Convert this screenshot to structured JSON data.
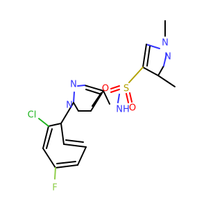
{
  "atoms": {
    "n_ring1_top": "N",
    "n_ring1_bottom": "N",
    "s": "S",
    "o_left": "O",
    "o_bottom": "O",
    "nh": "NH",
    "n_ring2_top": "N",
    "n_ring2_bottom": "N",
    "cl": "Cl",
    "f": "F"
  },
  "colors": {
    "carbon": "#000000",
    "nitrogen": "#3333ff",
    "sulfur": "#b3a200",
    "oxygen": "#ff0000",
    "chlorine": "#1fb41f",
    "fluorine": "#8fce4a"
  }
}
